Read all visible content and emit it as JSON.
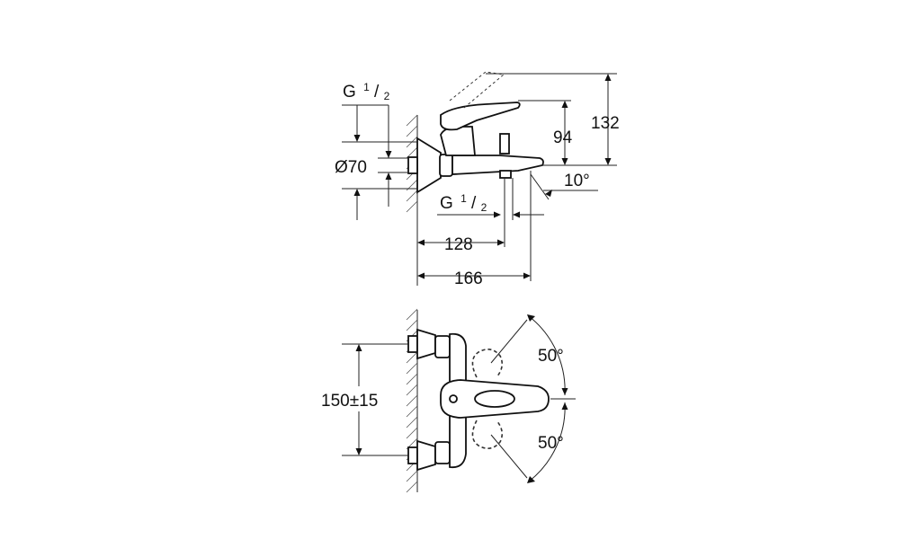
{
  "side_view": {
    "thread_inlet_label": "G",
    "thread_inlet_num": "1",
    "thread_inlet_den": "2",
    "diameter_label": "Ø70",
    "height_spout_label": "94",
    "height_total_label": "132",
    "spout_angle_label": "10°",
    "thread_outlet_label": "G",
    "thread_outlet_num": "1",
    "thread_outlet_den": "2",
    "projection_outlet_label": "128",
    "projection_total_label": "166"
  },
  "front_view": {
    "center_distance_label": "150±15",
    "rotation_up_label": "50°",
    "rotation_down_label": "50°"
  }
}
